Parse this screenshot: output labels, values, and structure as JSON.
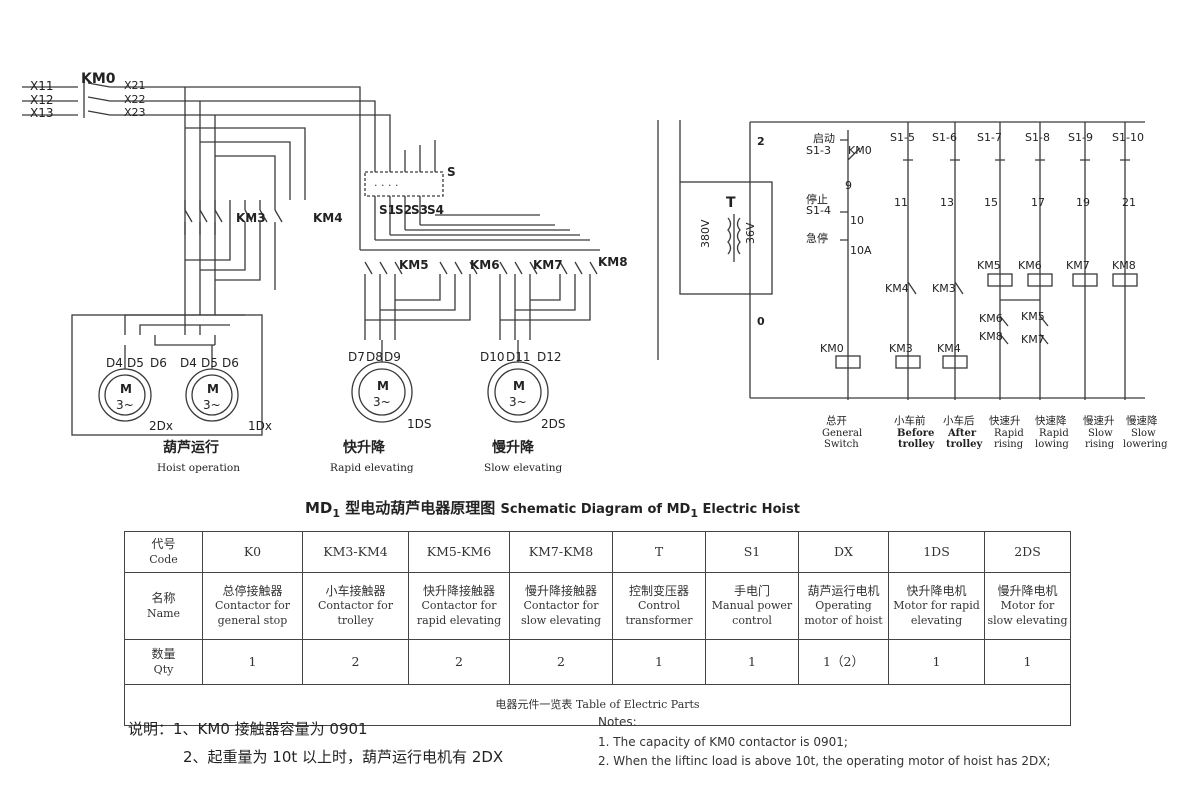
{
  "power": {
    "x11": "X11",
    "x12": "X12",
    "x13": "X13",
    "km0": "KM0",
    "x21": "X21",
    "x22": "X22",
    "x23": "X23"
  },
  "hoist": {
    "km3": "KM3",
    "km4": "KM4",
    "d4a": "D4",
    "d5a": "D5",
    "d6a": "D6",
    "d4b": "D4",
    "d5b": "D5",
    "d6b": "D6",
    "m1": "M",
    "m1v": "3~",
    "m1id": "2Dx",
    "m2": "M",
    "m2v": "3~",
    "m2id": "1Dx",
    "cn": "葫芦运行",
    "en": "Hoist operation"
  },
  "rapid": {
    "km5": "KM5",
    "km6": "KM6",
    "d7": "D7",
    "d8": "D8",
    "d9": "D9",
    "m": "M",
    "mv": "3~",
    "mid": "1DS",
    "cn": "快升降",
    "en": "Rapid elevating"
  },
  "slow": {
    "km7": "KM7",
    "km8": "KM8",
    "d10": "D10",
    "d11": "D11",
    "d12": "D12",
    "m": "M",
    "mv": "3~",
    "mid": "2DS",
    "cn": "慢升降",
    "en": "Slow elevating"
  },
  "switch": {
    "s": "S",
    "s1": "S1",
    "s2": "S2",
    "s3": "S3",
    "s4": "S4"
  },
  "control": {
    "n2": "2",
    "n0": "0",
    "t": "T",
    "v380": "380V",
    "v36": "36V",
    "start_cn": "启动",
    "s13": "S1-3",
    "km0": "KM0",
    "n9": "9",
    "stop_cn": "停止",
    "s14": "S1-4",
    "n10": "10",
    "estop_cn": "急停",
    "n10a": "10A",
    "cols": [
      "S1-5",
      "S1-6",
      "S1-7",
      "S1-8",
      "S1-9",
      "S1-10"
    ],
    "nums": [
      "11",
      "13",
      "15",
      "17",
      "19",
      "21"
    ],
    "coils_top": [
      "KM5",
      "KM6",
      "KM7",
      "KM8"
    ],
    "il_km4": "KM4",
    "il_km3": "KM3",
    "il_km6": "KM6",
    "il_km8": "KM8",
    "il_km5": "KM5",
    "il_km7": "KM7",
    "coils_bottom": [
      "KM0",
      "KM3",
      "KM4"
    ],
    "captions": [
      {
        "cn": "总开",
        "en1": "General",
        "en2": "Switch"
      },
      {
        "cn": "小车前",
        "en1": "Before",
        "en2": "trolley"
      },
      {
        "cn": "小车后",
        "en1": "After",
        "en2": "trolley"
      },
      {
        "cn": "快速升",
        "en1": "Rapid",
        "en2": "rising"
      },
      {
        "cn": "快速降",
        "en1": "Rapid",
        "en2": "lowing"
      },
      {
        "cn": "慢速升",
        "en1": "Slow",
        "en2": "rising"
      },
      {
        "cn": "慢速降",
        "en1": "Slow",
        "en2": "lowering"
      }
    ]
  },
  "title": {
    "md": "MD",
    "sub": "1",
    "cn": "型电动葫芦电器原理图",
    "en": "Schematic Diagram of MD",
    "en_sub": "1",
    "en_tail": " Electric Hoist"
  },
  "table": {
    "code_cn": "代号",
    "code_en": "Code",
    "name_cn": "名称",
    "name_en": "Name",
    "qty_cn": "数量",
    "qty_en": "Qty",
    "codes": [
      "K0",
      "KM3-KM4",
      "KM5-KM6",
      "KM7-KM8",
      "T",
      "S1",
      "DX",
      "1DS",
      "2DS"
    ],
    "names": [
      {
        "cn": "总停接触器",
        "en": "Contactor for general stop"
      },
      {
        "cn": "小车接触器",
        "en": "Contactor for trolley"
      },
      {
        "cn": "快升降接触器",
        "en": "Contactor for rapid elevating"
      },
      {
        "cn": "慢升降接触器",
        "en": "Contactor for slow elevating"
      },
      {
        "cn": "控制变压器",
        "en": "Control transformer"
      },
      {
        "cn": "手电门",
        "en": "Manual power control"
      },
      {
        "cn": "葫芦运行电机",
        "en": "Operating motor of hoist"
      },
      {
        "cn": "快升降电机",
        "en": "Motor for rapid elevating"
      },
      {
        "cn": "慢升降电机",
        "en": "Motor for slow elevating"
      }
    ],
    "qty": [
      "1",
      "2",
      "2",
      "2",
      "1",
      "1",
      "1（2）",
      "1",
      "1"
    ],
    "caption": "电器元件一览表  Table of Electric Parts"
  },
  "notes": {
    "cn1": "说明：1、KM0 接触器容量为 0901",
    "cn2": "2、起重量为 10t 以上时，葫芦运行电机有 2DX",
    "en_title": "Notes:",
    "en1": "1. The capacity of KM0 contactor is 0901;",
    "en2": "2. When the liftinc load is above 10t, the operating motor of hoist has 2DX;"
  }
}
